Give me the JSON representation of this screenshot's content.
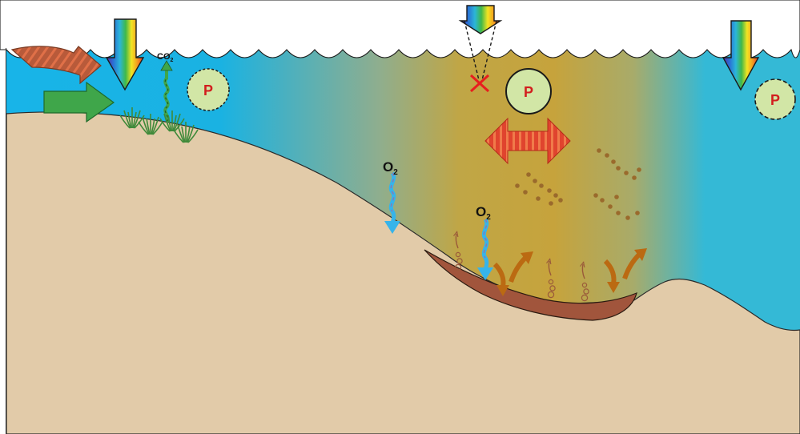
{
  "diagram": {
    "colors": {
      "water_left": "#18b4e8",
      "water_mid": "#8fae8e",
      "water_turbid": "#c6a33c",
      "water_right": "#34b9d6",
      "sediment": "#e2cba9",
      "hypoxic_layer": "#a1553c",
      "phytoplankton_fill": "#d2e6a6",
      "phytoplankton_text": "#d21e1e",
      "oxygen_arrow": "#36b4ea",
      "particles": "#9a6a2c",
      "flow_arrow_green": "#3fa64a",
      "runoff_arrow": "#b85a3a",
      "mixing_arrow": "#e0442e",
      "blocked_mark": "#e81e1e",
      "resuspension_arrow": "#bb6a12"
    },
    "icons": {
      "light": "light-spectrum-arrow-icon",
      "runoff": "runoff-arrow-icon",
      "inflow": "inflow-arrow-icon",
      "seagrass": "seagrass-icon",
      "phytoplankton": "phytoplankton-cell-icon",
      "oxygen": "oxygen-flux-arrow-icon",
      "blocked": "light-blocked-cross-icon",
      "mixing": "horizontal-mixing-arrow-icon",
      "particles": "suspended-particle-icon",
      "resuspension": "resuspension-arrow-icon",
      "gas_bubbles": "gas-release-bubbles-icon"
    },
    "labels": {
      "co2": "CO",
      "co2_sub": "2",
      "p_left": "P",
      "p_middle": "P",
      "p_right": "P",
      "o2_left": "O",
      "o2_left_sub": "2",
      "o2_right": "O",
      "o2_right_sub": "2"
    }
  }
}
